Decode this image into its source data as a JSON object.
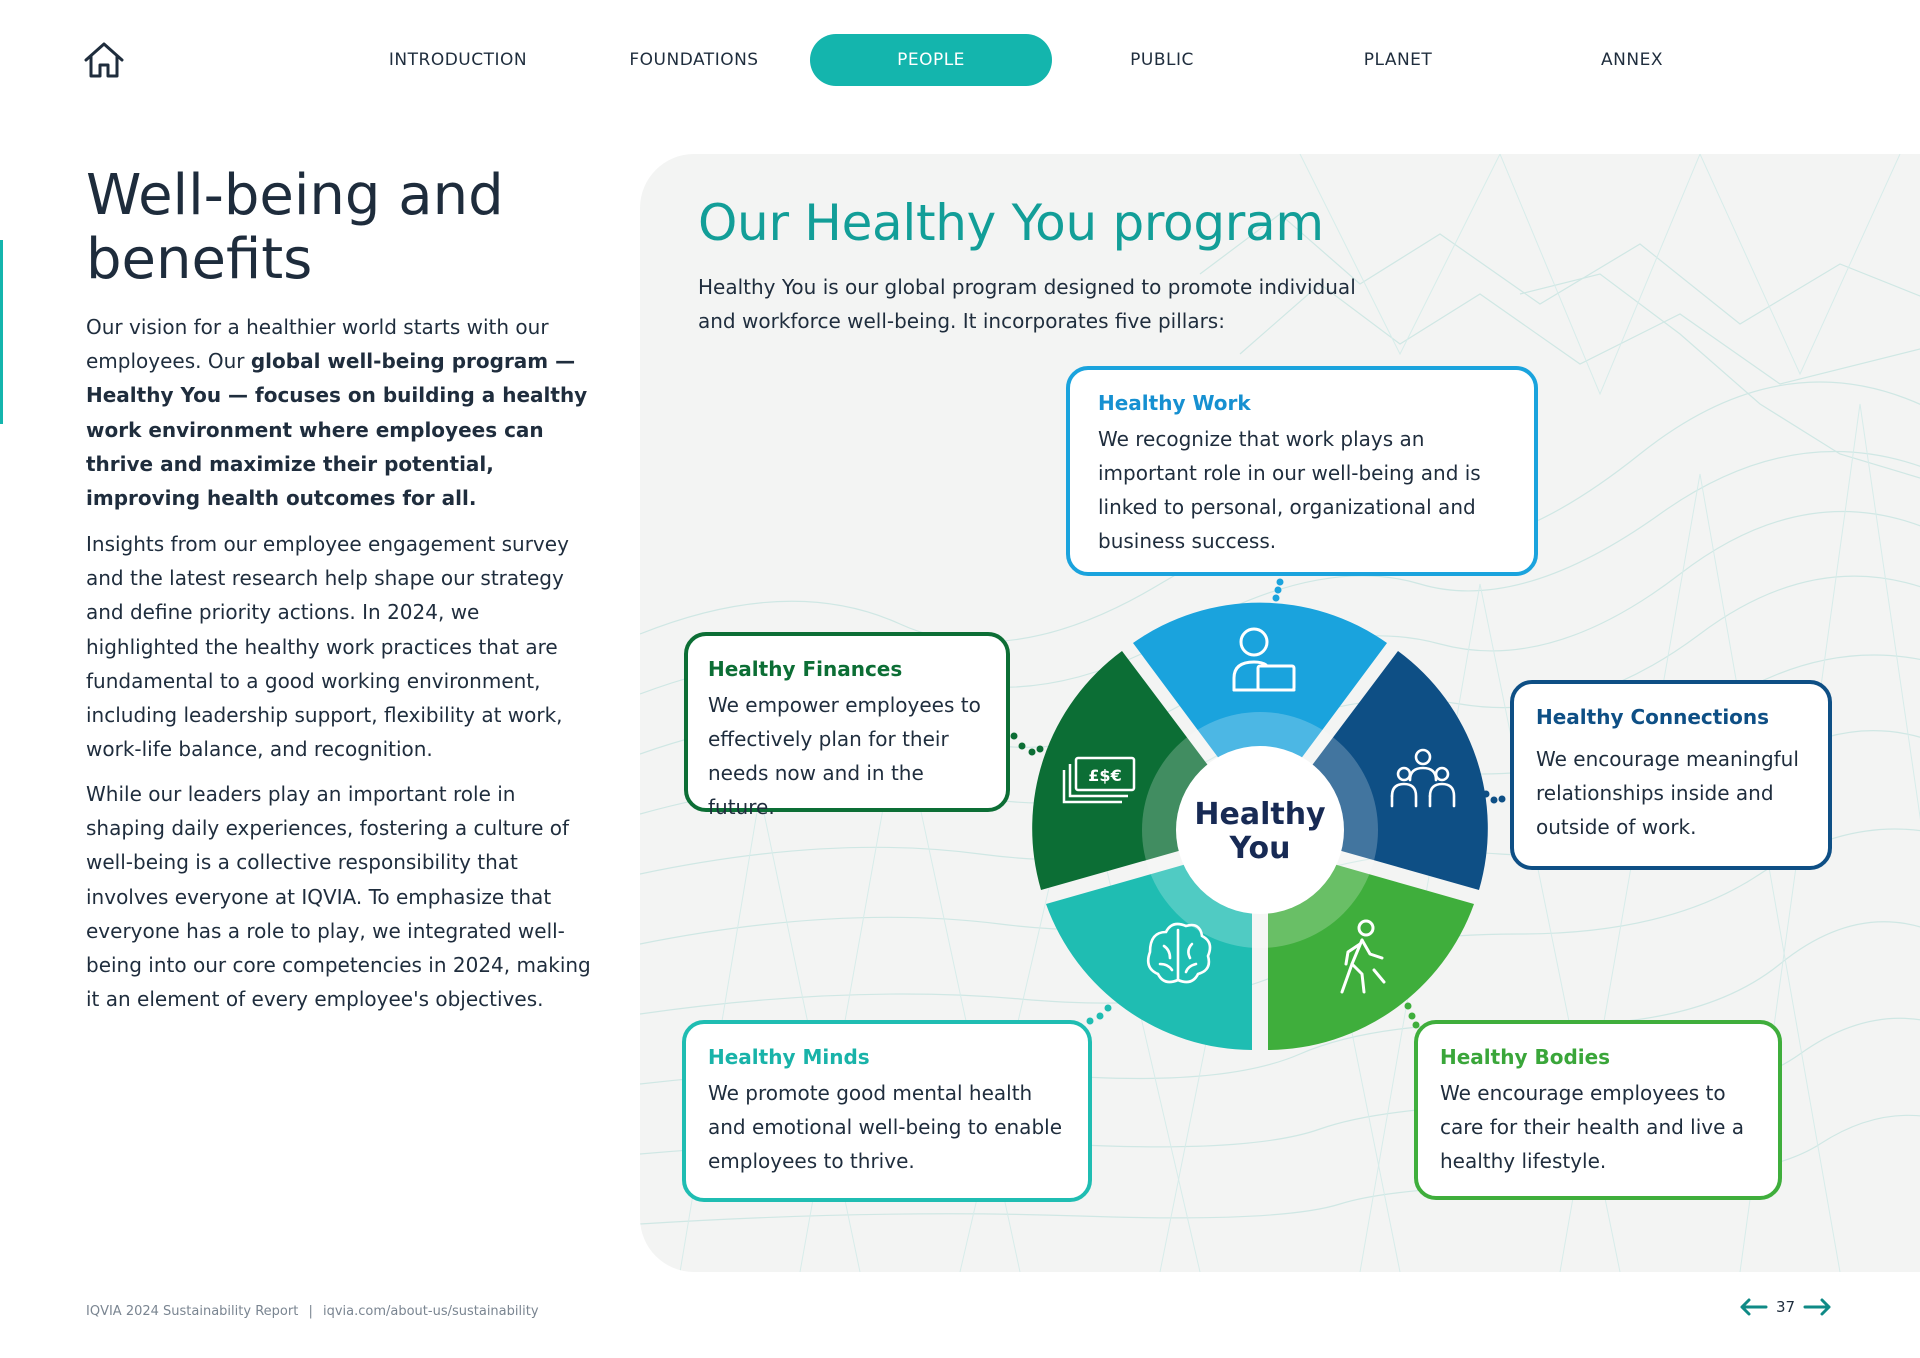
{
  "nav": {
    "items": [
      {
        "label": "INTRODUCTION"
      },
      {
        "label": "FOUNDATIONS"
      },
      {
        "label": "PEOPLE",
        "active": true
      },
      {
        "label": "PUBLIC"
      },
      {
        "label": "PLANET"
      },
      {
        "label": "ANNEX"
      }
    ],
    "active_color": "#14b5ad"
  },
  "left": {
    "title_line1": "Well-being and",
    "title_line2": "benefits",
    "p1_plain": "Our vision for a healthier world starts with our employees. Our ",
    "p1_bold": "global well-being program — Healthy You — focuses on building a healthy work environment where employees can thrive and maximize their potential, improving health outcomes for all.",
    "p2": "Insights from our employee engagement survey and the latest research help shape our strategy and define priority actions. In 2024, we highlighted the healthy work practices that are fundamental to a good working environment, including leadership support, flexibility at work, work-life balance, and recognition.",
    "p3": "While our leaders play an important role in shaping daily experiences, fostering a culture of well-being is a collective responsibility that involves everyone at IQVIA. To emphasize that everyone has a role to play, we integrated well-being into our core competencies in 2024, making it an element of every employee's objectives."
  },
  "panel": {
    "title": "Our Healthy You program",
    "intro": "Healthy You is our global program designed to promote individual and workforce well-being. It incorporates five pillars:",
    "center_line1": "Healthy",
    "center_line2": "You",
    "icon_currency_text": "£$€",
    "pillars": {
      "work": {
        "title": "Healthy Work",
        "text": "We recognize that work plays an important role in our well-being and is linked to personal, organizational and business success.",
        "color": "#1aa3dd",
        "icon": "person-laptop-icon"
      },
      "finances": {
        "title": "Healthy Finances",
        "text": "We empower employees to effectively plan for their needs now and in the future.",
        "color": "#0c6e35",
        "icon": "currency-notes-icon"
      },
      "connections": {
        "title": "Healthy Connections",
        "text": "We encourage meaningful relationships inside and outside of work.",
        "color": "#0e4f85",
        "icon": "people-group-icon"
      },
      "minds": {
        "title": "Healthy Minds",
        "text": "We promote good mental health and emotional well-being to enable employees to thrive.",
        "color": "#1fbdb2",
        "icon": "brain-icon"
      },
      "bodies": {
        "title": "Healthy Bodies",
        "text": "We encourage employees to care for their health and live a healthy lifestyle.",
        "color": "#3fae3c",
        "icon": "walking-person-icon"
      }
    }
  },
  "footer": {
    "report": "IQVIA 2024 Sustainability Report",
    "separator": "|",
    "url": "iqvia.com/about-us/sustainability",
    "page_number": "37"
  }
}
